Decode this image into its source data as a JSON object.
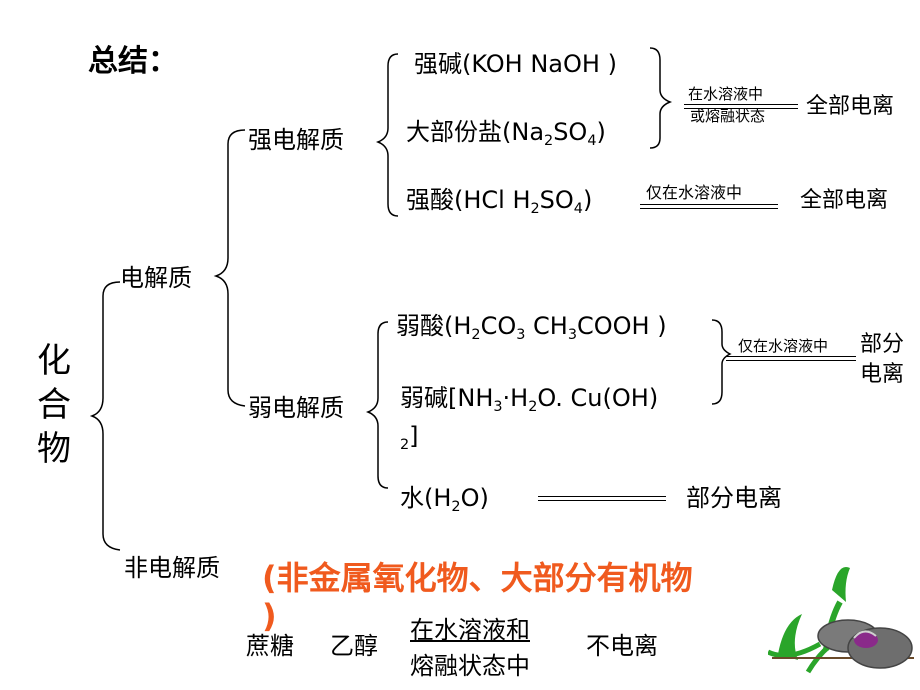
{
  "title": "总结：",
  "root": "化合物",
  "root_chars": [
    "化",
    "合",
    "物"
  ],
  "electrolyte": "电解质",
  "non_electrolyte": "非电解质",
  "strong": {
    "label": "强电解质",
    "items": [
      {
        "name": "强碱",
        "formula": "(KOH   NaOH )"
      },
      {
        "name": "大部份盐",
        "formula_a": "(Na",
        "sub1": "2",
        "formula_b": "SO",
        "sub2": "4",
        "formula_c": ")"
      },
      {
        "name": "强酸",
        "formula_a": "(HCl  H",
        "sub1": "2",
        "formula_b": "SO",
        "sub2": "4",
        "formula_c": ")"
      }
    ],
    "cond_both_line1": "在水溶液中",
    "cond_both_line2": "或熔融状态",
    "cond_water": "仅在水溶液中",
    "full_ionize": "全部电离"
  },
  "weak": {
    "label": "弱电解质",
    "acid": {
      "name": "弱酸",
      "a": "(H",
      "s1": "2",
      "b": "CO",
      "s2": "3",
      "c": "  CH",
      "s3": "3",
      "d": "COOH )"
    },
    "base": {
      "name": "弱碱",
      "a": "[NH",
      "s1": "3",
      "b": "·H",
      "s2": "2",
      "c": "O.  Cu(OH)",
      "d": "2",
      "e": "]"
    },
    "water": {
      "name": "水",
      "a": "(H",
      "s1": "2",
      "b": "O)"
    },
    "cond_water": "仅在水溶液中",
    "partial_line1": "部分",
    "partial_line2": "电离",
    "partial": "部分电离"
  },
  "non": {
    "desc": "(非金属氧化物、大部分有机物",
    "desc_end": ")",
    "ex1": "蔗糖",
    "ex2": "乙醇",
    "cond_line1": "在水溶液和",
    "cond_line2": "熔融状态中",
    "result": "不电离"
  },
  "colors": {
    "accent": "#f05a1e",
    "leaf": "#2aa52a",
    "petal": "#7a7a7a",
    "stamen": "#8a2a8a"
  }
}
